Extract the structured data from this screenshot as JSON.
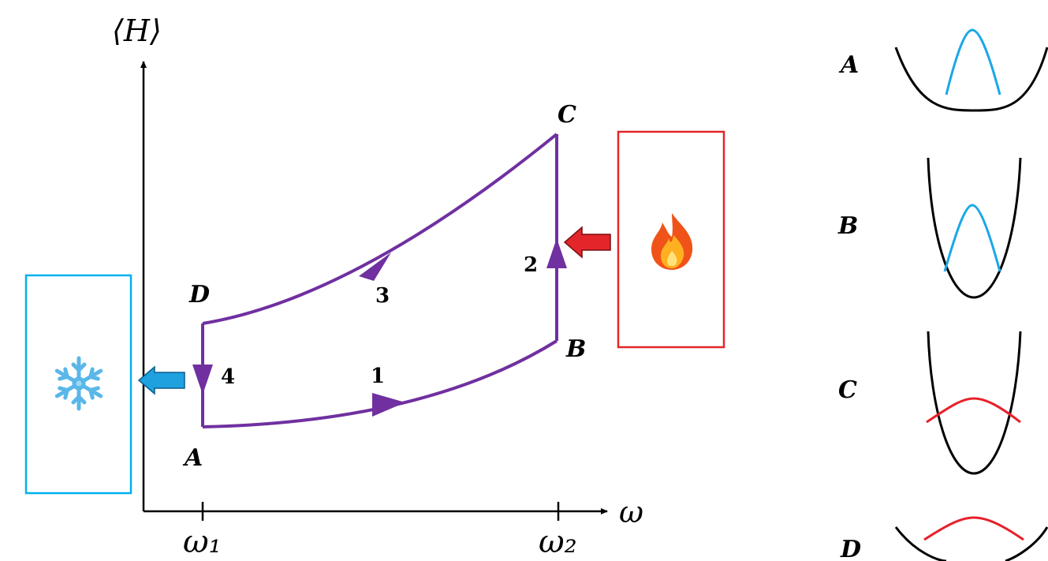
{
  "axes": {
    "y_label": "⟨H⟩",
    "x_label": "ω",
    "ticks": [
      "ω₁",
      "ω₂"
    ]
  },
  "cycle": {
    "points": {
      "A": "A",
      "B": "B",
      "C": "C",
      "D": "D"
    },
    "strokes": [
      "1",
      "2",
      "3",
      "4"
    ],
    "color": "#7030a0"
  },
  "reservoirs": {
    "cold": {
      "icon": "snowflake-icon",
      "glyph": "❄",
      "color": "#00b0f0"
    },
    "hot": {
      "icon": "fire-icon",
      "glyph": "🔥",
      "color": "#e3262a"
    }
  },
  "potentials": {
    "labels": [
      "A",
      "B",
      "C",
      "D"
    ],
    "trap_color": "#000000",
    "inverted_blue": "#1aa7e8",
    "flat_red": "#e8202a"
  }
}
